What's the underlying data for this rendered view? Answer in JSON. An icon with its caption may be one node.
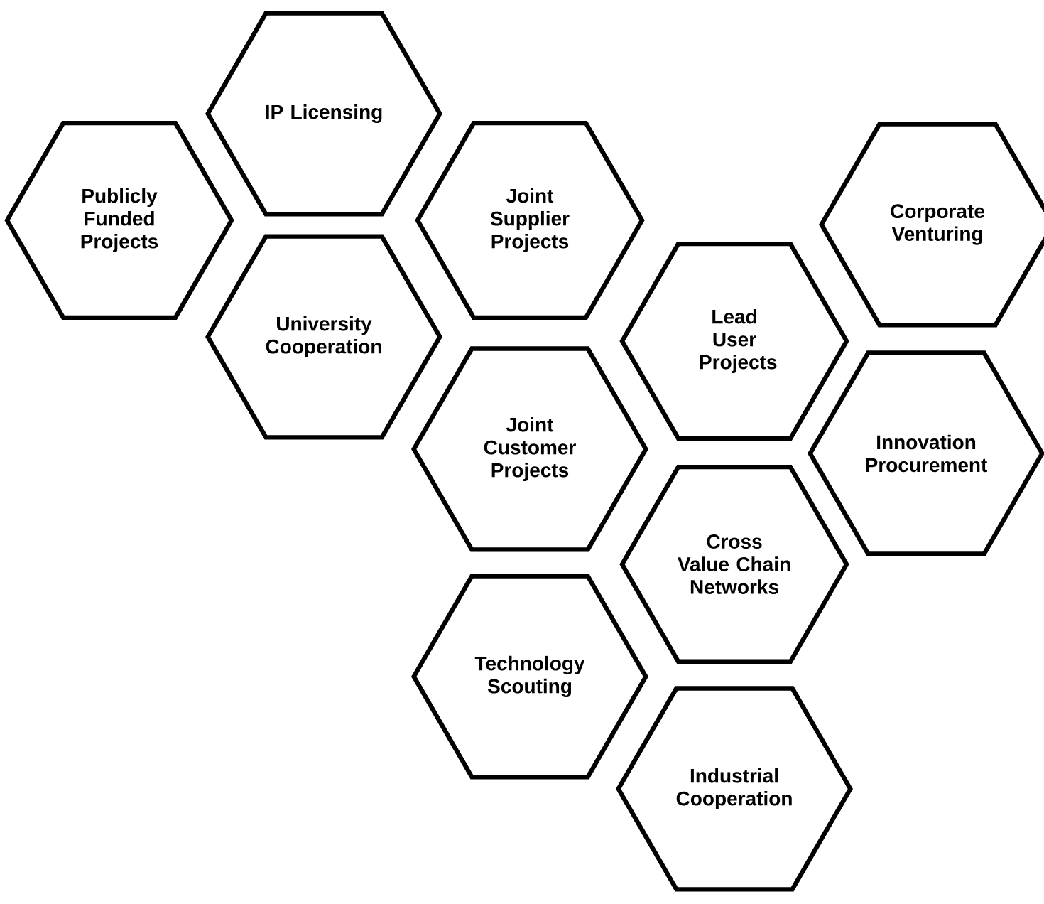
{
  "diagram": {
    "nodes": [
      {
        "text": [
          "IP Licensing"
        ]
      },
      {
        "text": [
          "Publicly Funded Projects"
        ]
      },
      {
        "text": [
          "Joint Supplier Projects"
        ]
      },
      {
        "text": [
          "Corporate Venturing"
        ]
      },
      {
        "text": [
          "University Cooperation"
        ]
      },
      {
        "text": [
          "Lead User Projects"
        ]
      },
      {
        "text": [
          "Joint Customer Projects"
        ]
      },
      {
        "text": [
          "Innovation Procurement"
        ]
      },
      {
        "text": [
          "Cross Value Chain Networks"
        ]
      },
      {
        "text": [
          "Technology Scouting"
        ]
      },
      {
        "text": [
          "Industrial Cooperation"
        ]
      }
    ]
  }
}
